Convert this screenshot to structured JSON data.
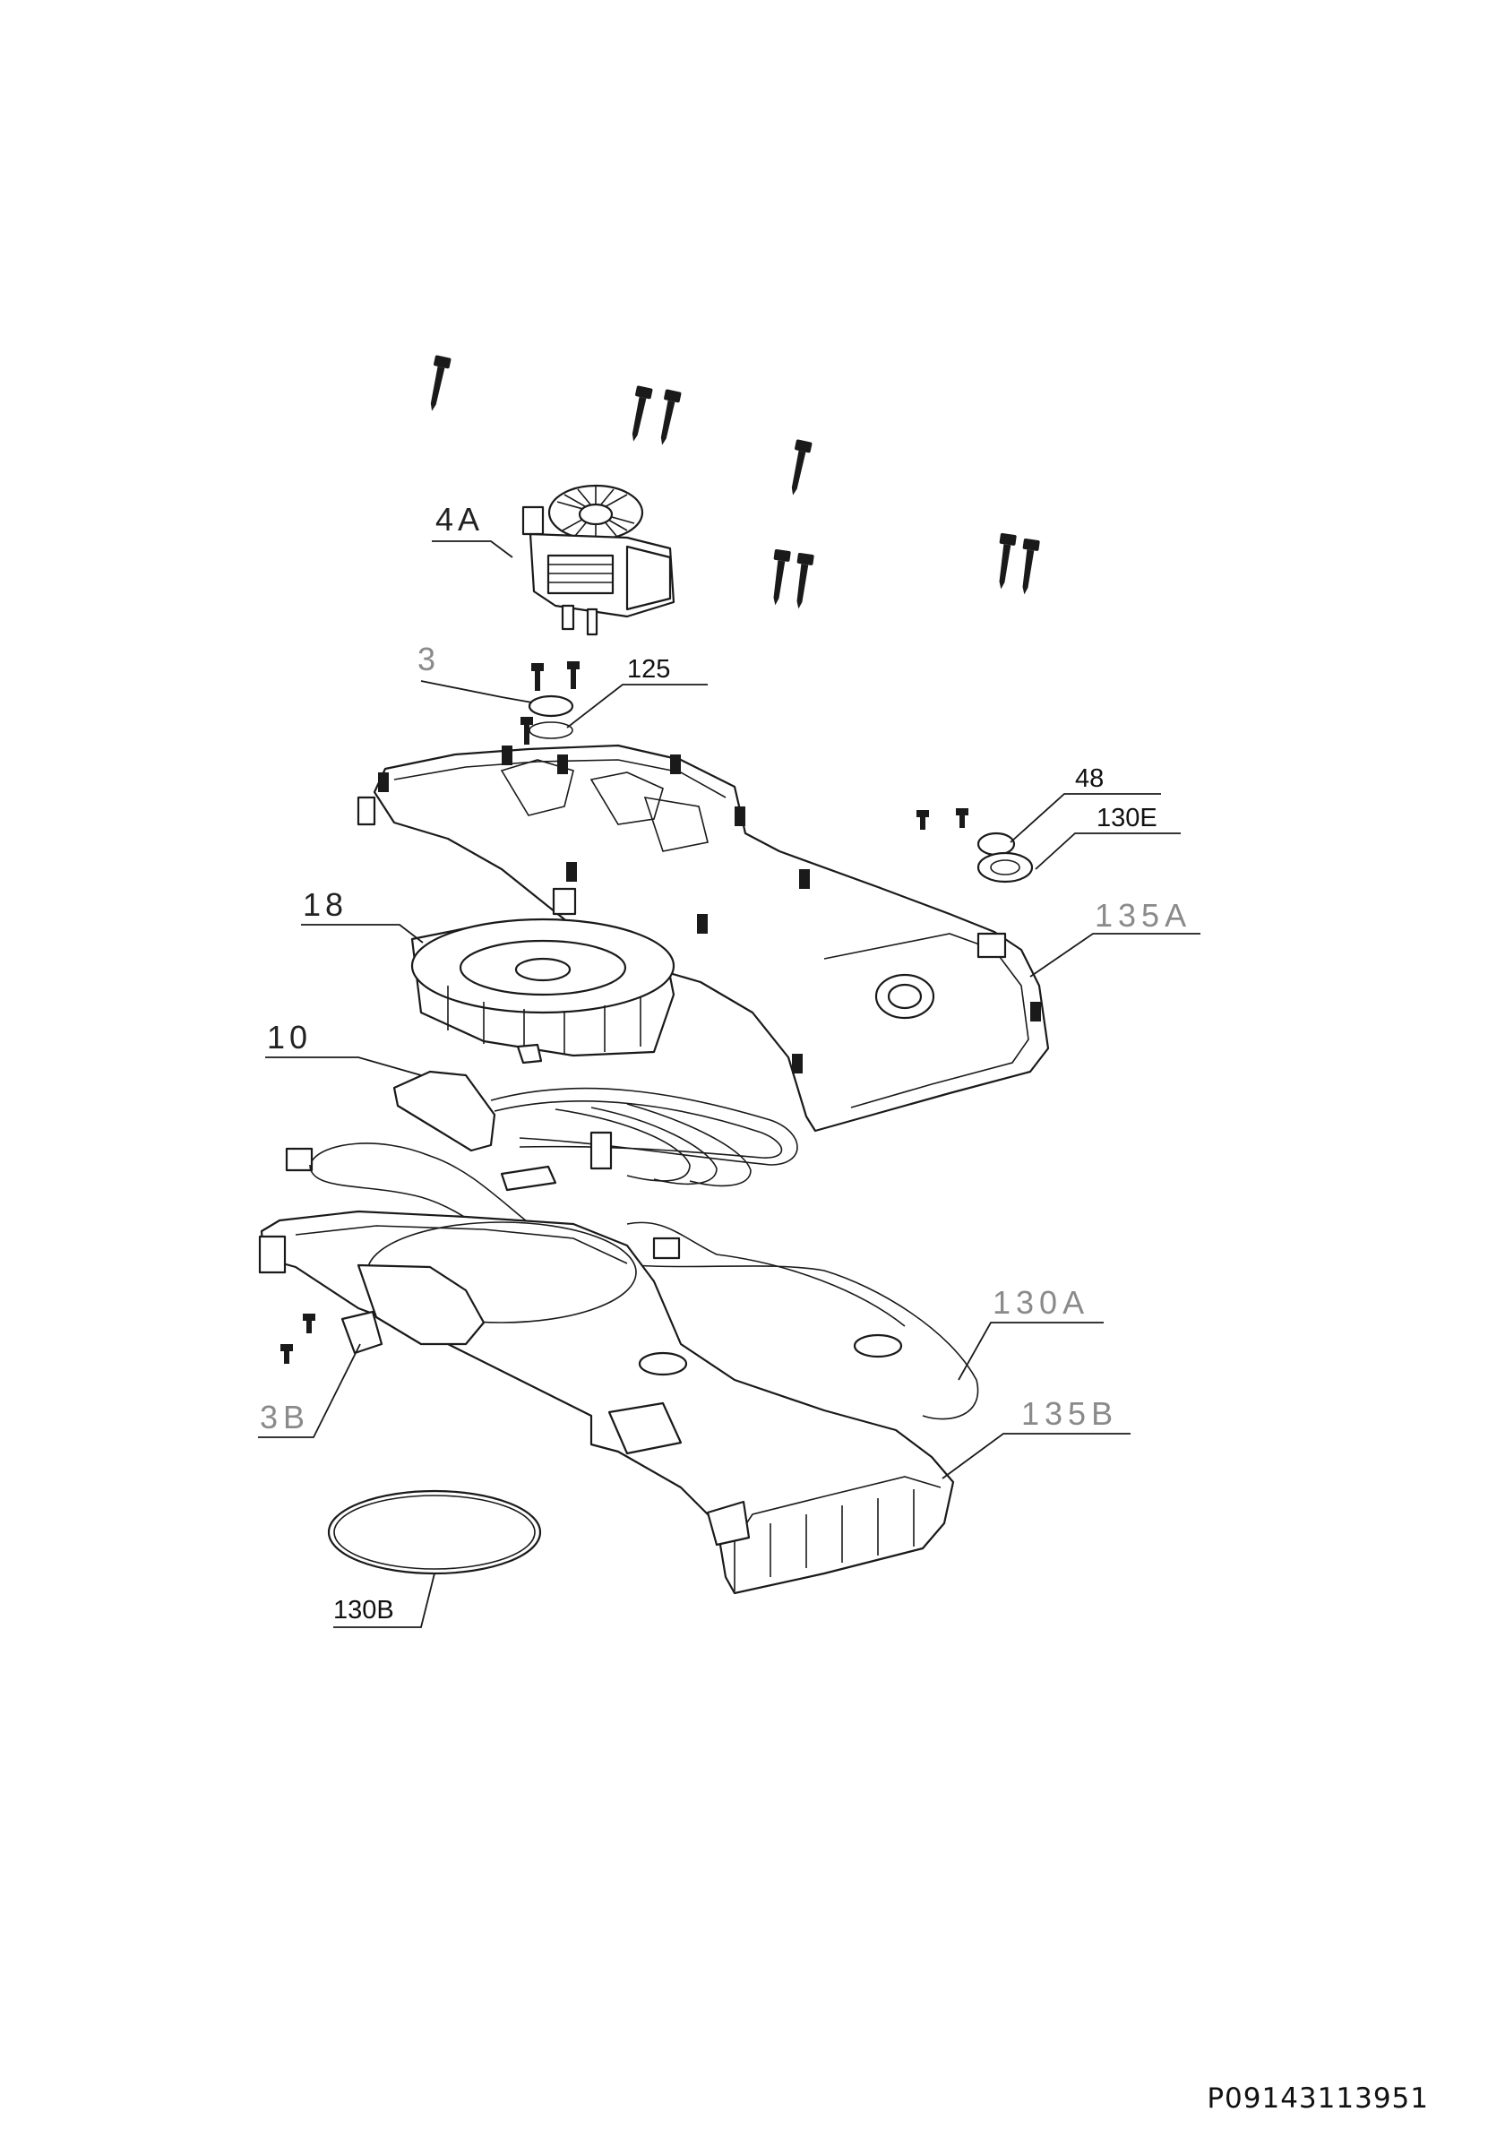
{
  "diagram": {
    "callouts": [
      {
        "id": "4A",
        "text": "4A",
        "tone": "dark"
      },
      {
        "id": "3",
        "text": "3",
        "tone": "grey"
      },
      {
        "id": "125",
        "text": "125",
        "tone": "small"
      },
      {
        "id": "48",
        "text": "48",
        "tone": "small"
      },
      {
        "id": "130E",
        "text": "130E",
        "tone": "small"
      },
      {
        "id": "135A",
        "text": "135A",
        "tone": "grey"
      },
      {
        "id": "18",
        "text": "18",
        "tone": "dark"
      },
      {
        "id": "10",
        "text": "10",
        "tone": "dark"
      },
      {
        "id": "130A",
        "text": "130A",
        "tone": "grey"
      },
      {
        "id": "135B",
        "text": "135B",
        "tone": "grey"
      },
      {
        "id": "3B",
        "text": "3B",
        "tone": "grey"
      },
      {
        "id": "130B",
        "text": "130B",
        "tone": "small"
      }
    ],
    "drawing_code": "P09143113951"
  }
}
